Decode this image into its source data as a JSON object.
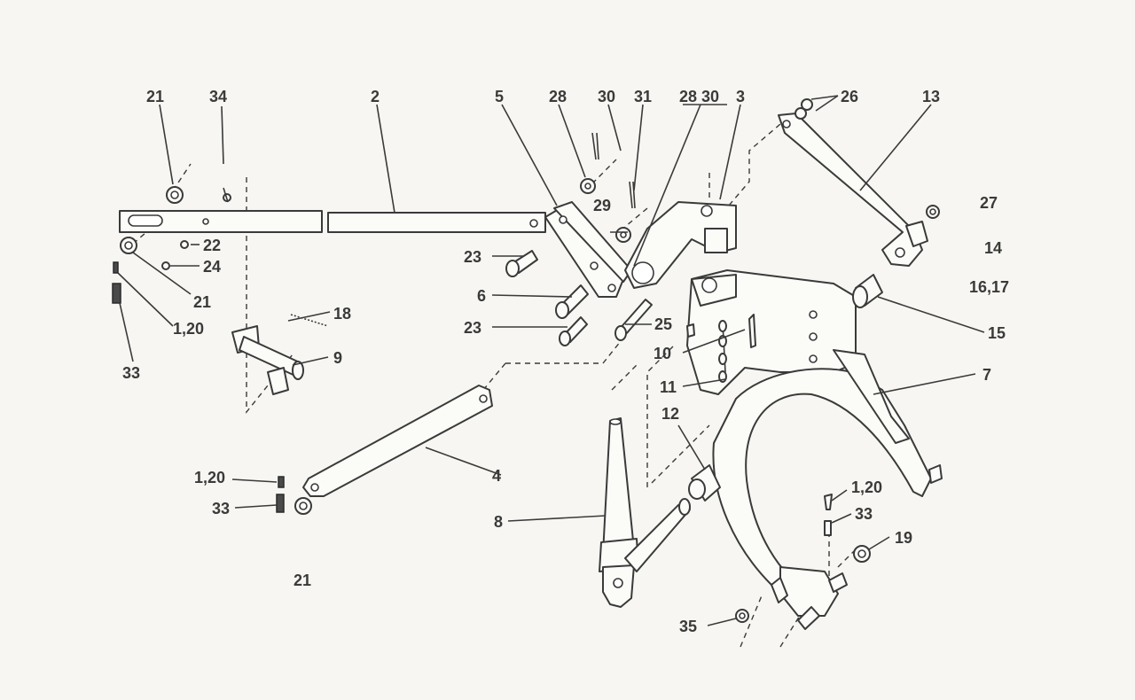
{
  "callouts": {
    "c21a": "21",
    "c34": "34",
    "c2": "2",
    "c5": "5",
    "c28a": "28",
    "c30a": "30",
    "c31": "31",
    "c2830": "28 30",
    "c3": "3",
    "c26": "26",
    "c13": "13",
    "c27": "27",
    "c14": "14",
    "c1617": "16,17",
    "c22": "22",
    "c24": "24",
    "c21b": "21",
    "c120a": "1,20",
    "c33a": "33",
    "c18": "18",
    "c9": "9",
    "c29": "29",
    "c23a": "23",
    "c6": "6",
    "c23b": "23",
    "c25": "25",
    "c15": "15",
    "c10": "10",
    "c11": "11",
    "c7": "7",
    "c12": "12",
    "c4": "4",
    "c120b": "1,20",
    "c33b": "33",
    "c21c": "21",
    "c8": "8",
    "c120c": "1,20",
    "c33c": "33",
    "c19": "19",
    "c35": "35"
  }
}
